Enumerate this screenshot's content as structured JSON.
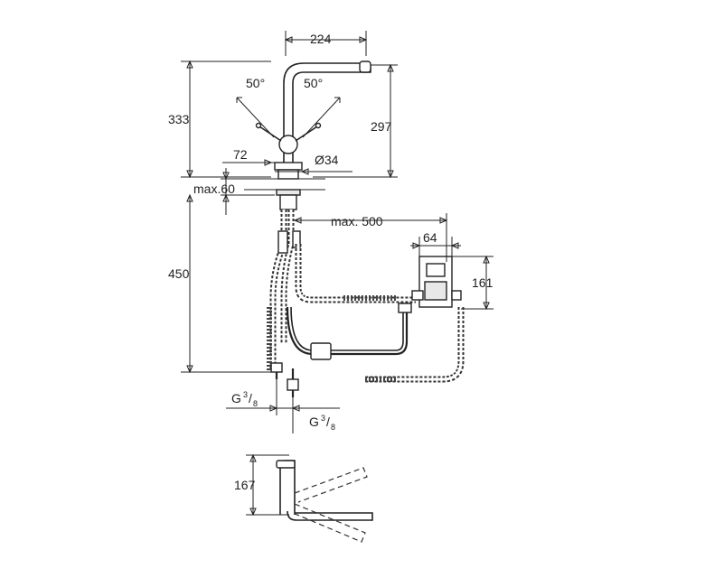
{
  "dimensions": {
    "spout_reach": "224",
    "height_total": "333",
    "height_spout": "297",
    "angle_left": "50°",
    "angle_right": "50°",
    "lever_offset": "72",
    "hole_diameter": "Ø34",
    "deck_thickness": "max.60",
    "box_distance": "max. 500",
    "box_width": "64",
    "box_height": "161",
    "below_deck": "450",
    "side_height": "167"
  },
  "connections": {
    "left_label": "G",
    "left_sup": "3",
    "left_sub": "8",
    "right_label": "G",
    "right_sup": "3",
    "right_sub": "8"
  }
}
